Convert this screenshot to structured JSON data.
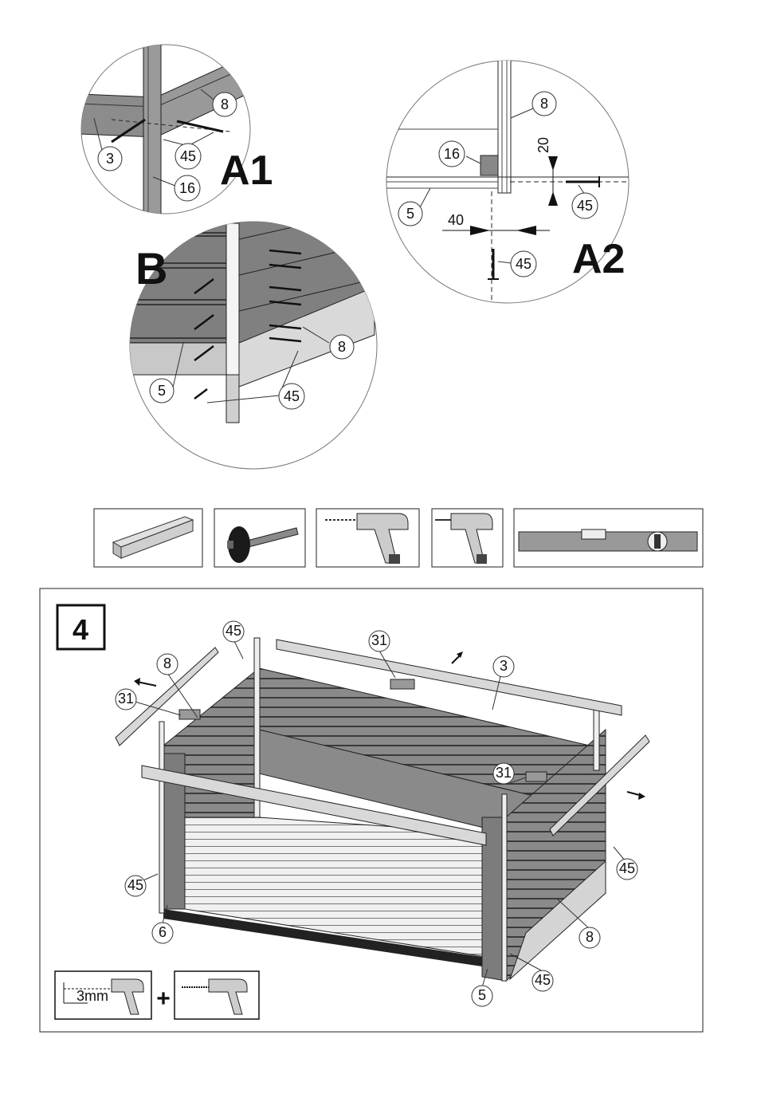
{
  "detail_a1": {
    "title": "A1",
    "callouts": [
      "8",
      "3",
      "45",
      "16"
    ]
  },
  "detail_a2": {
    "title": "A2",
    "callouts": [
      "8",
      "16",
      "5",
      "45",
      "45"
    ],
    "dimension_vertical": "20",
    "dimension_horizontal": "40"
  },
  "detail_b": {
    "title": "B",
    "callouts": [
      "8",
      "5",
      "45"
    ]
  },
  "tools": [
    "log-piece",
    "rubber-mallet",
    "drill",
    "screwdriver",
    "spirit-level"
  ],
  "step": {
    "number": "4",
    "callouts": {
      "c45_top": "45",
      "c8_left": "8",
      "c31_left": "31",
      "c31_top": "31",
      "c3": "3",
      "c31_right": "31",
      "c45_right": "45",
      "c45_left": "45",
      "c6": "6",
      "c8_right": "8",
      "c45_bottom": "45",
      "c5": "5"
    },
    "drill_note": "3mm",
    "plus": "+"
  }
}
